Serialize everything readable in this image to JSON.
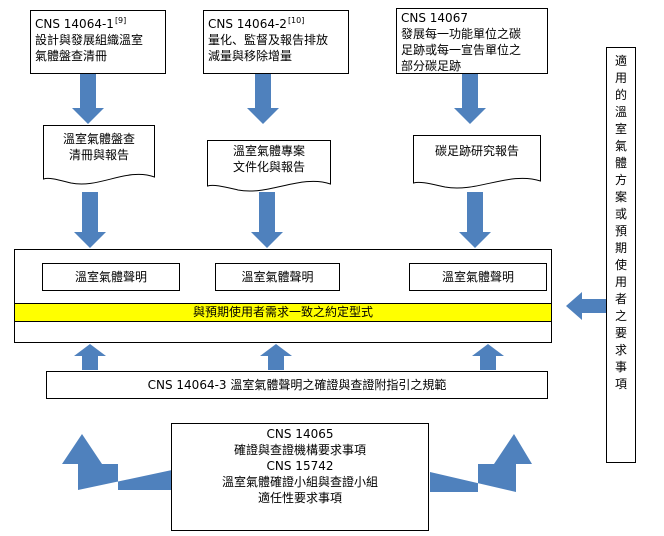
{
  "top_standards": [
    {
      "code": "CNS 14064-1",
      "ref": "[9]",
      "description": [
        "設計與發展組織溫室",
        "氣體盤查清冊"
      ]
    },
    {
      "code": "CNS 14064-2",
      "ref": "[10]",
      "description": [
        "量化、監督及報告排放",
        "減量與移除增量"
      ]
    },
    {
      "code": "CNS 14067",
      "ref": "",
      "description": [
        "發展每一功能單位之碳",
        "足跡或每一宣告單位之",
        "部分碳足跡"
      ]
    }
  ],
  "documents": [
    {
      "lines": [
        "溫室氣體盤查",
        "清冊與報告"
      ]
    },
    {
      "lines": [
        "溫室氣體專案",
        "文件化與報告"
      ]
    },
    {
      "lines": [
        "碳足跡研究報告"
      ]
    }
  ],
  "statements": [
    "溫室氣體聲明",
    "溫室氣體聲明",
    "溫室氣體聲明"
  ],
  "agreed_level_bar": "與預期使用者需求一致之約定型式",
  "verification_standard": "CNS 14064-3 溫室氣體聲明之確證與查證附指引之規範",
  "bottom_box": [
    "CNS 14065",
    "確證與查證機構要求事項",
    "CNS 15742",
    "溫室氣體確證小組與查證小組",
    "適任性要求事項"
  ],
  "side_label": "適用的溫室氣體方案或預期使用者之要求事項",
  "colors": {
    "arrow": "#4f81bd",
    "bar": "#ffff00",
    "line": "#000000",
    "background": "#ffffff"
  }
}
